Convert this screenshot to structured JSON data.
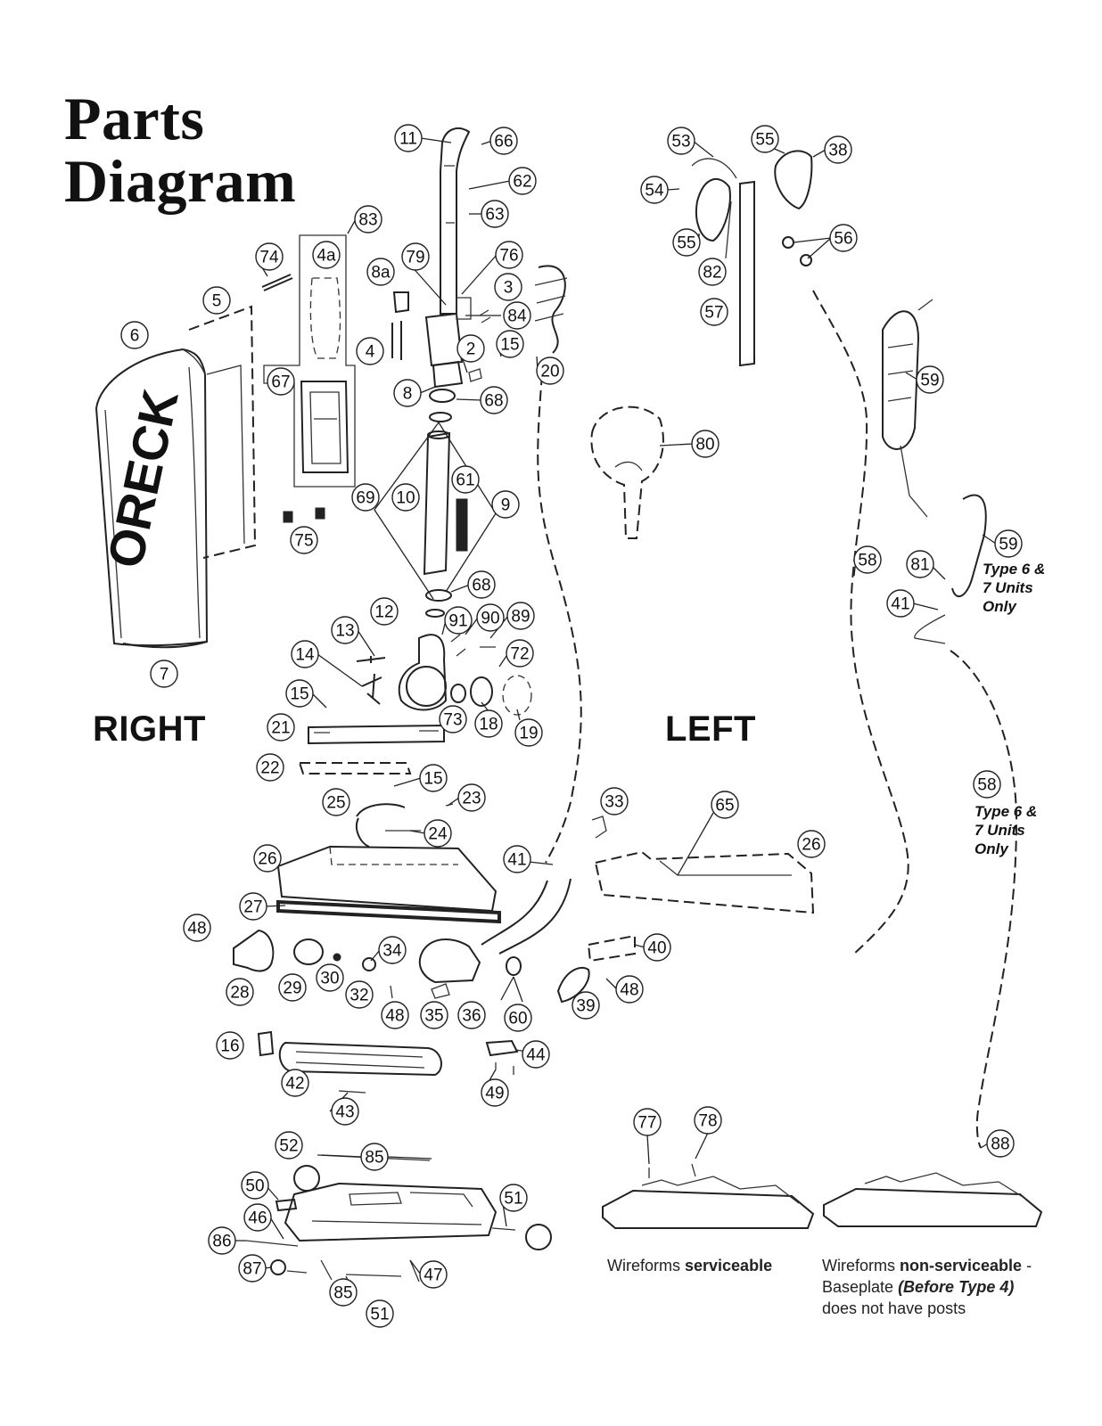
{
  "title": {
    "line1": "Parts",
    "line2": "Diagram"
  },
  "sides": {
    "right": "RIGHT",
    "left": "LEFT"
  },
  "brand_on_bag": "ORECK",
  "notes": {
    "type67_a": {
      "line1": "Type 6 &",
      "line2": "7 Units",
      "line3": "Only"
    },
    "type67_b": {
      "line1": "Type 6 &",
      "line2": "7 Units",
      "line3": "Only"
    }
  },
  "captions": {
    "serviceable": {
      "prefix": "Wireforms ",
      "bold": "serviceable"
    },
    "non_serviceable": {
      "prefix": "Wireforms ",
      "bold": "non-serviceable",
      "suffix": " -",
      "line2_a": "Baseplate ",
      "line2_b": "(Before Type 4)",
      "line3": "does not have posts"
    }
  },
  "callouts": [
    "11",
    "66",
    "62",
    "63",
    "83",
    "74",
    "4a",
    "79",
    "76",
    "8a",
    "3",
    "5",
    "84",
    "6",
    "4",
    "2",
    "15",
    "67",
    "20",
    "8",
    "68",
    "61",
    "69",
    "10",
    "9",
    "75",
    "68",
    "12",
    "91",
    "90",
    "89",
    "13",
    "72",
    "14",
    "15",
    "73",
    "18",
    "19",
    "21",
    "22",
    "15",
    "25",
    "23",
    "24",
    "26",
    "41",
    "33",
    "65",
    "26",
    "27",
    "48",
    "34",
    "40",
    "28",
    "29",
    "30",
    "32",
    "48",
    "35",
    "36",
    "60",
    "39",
    "48",
    "16",
    "44",
    "42",
    "49",
    "43",
    "52",
    "85",
    "50",
    "51",
    "46",
    "86",
    "87",
    "47",
    "85",
    "51",
    "53",
    "55",
    "38",
    "54",
    "56",
    "55",
    "82",
    "57",
    "59",
    "80",
    "58",
    "59",
    "81",
    "41",
    "58",
    "77",
    "78",
    "88",
    "7"
  ],
  "colors": {
    "ink": "#222222",
    "background": "#ffffff"
  }
}
